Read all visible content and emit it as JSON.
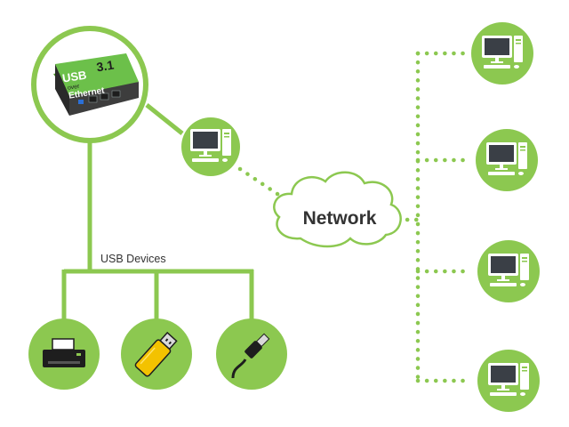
{
  "colors": {
    "accent": "#8cc850",
    "circle_fill": "#8cc850",
    "device_body": "#6cc04a",
    "dark": "#2f2f2f",
    "monitor_screen": "#3a3f46",
    "cloud_stroke": "#8cc850",
    "text": "#333333"
  },
  "hub": {
    "label_usb": "USB",
    "label_over": "over",
    "label_ethernet": "Ethernet",
    "label_version": "3.1"
  },
  "labels": {
    "usb_devices": "USB Devices",
    "network": "Network"
  },
  "devices": [
    {
      "icon": "printer-icon"
    },
    {
      "icon": "usb-flash-drive-icon"
    },
    {
      "icon": "usb-cable-icon"
    }
  ],
  "computers": [
    {
      "icon": "desktop-computer-icon"
    },
    {
      "icon": "desktop-computer-icon"
    },
    {
      "icon": "desktop-computer-icon"
    },
    {
      "icon": "desktop-computer-icon"
    },
    {
      "icon": "desktop-computer-icon"
    }
  ]
}
